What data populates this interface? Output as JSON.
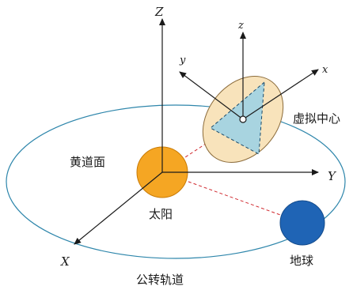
{
  "labels": {
    "ecliptic_plane": "黄道面",
    "sun": "太阳",
    "earth": "地球",
    "orbit": "公转轨道",
    "virtual_center": "虚拟中心"
  },
  "axes": {
    "global": {
      "X": "X",
      "Y": "Y",
      "Z": "Z"
    },
    "local": {
      "x": "x",
      "y": "y",
      "z": "z"
    }
  },
  "colors": {
    "orbit": "#2e86ab",
    "sun_fill": "#f5a623",
    "sun_stroke": "#c97b06",
    "earth_fill": "#1f64b5",
    "earth_stroke": "#134a8a",
    "disk_fill": "#f8e3bb",
    "disk_stroke": "#8b6b3a",
    "triangle_fill": "#a8d4e0",
    "triangle_stroke": "#1a4a6a",
    "dashed_line": "#d0282e",
    "axes": "#1a1a1a"
  }
}
